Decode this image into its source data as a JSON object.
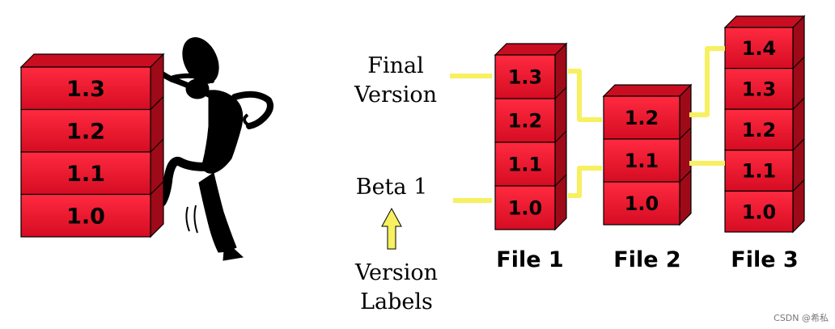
{
  "left_stack": {
    "versions": [
      "1.3",
      "1.2",
      "1.1",
      "1.0"
    ]
  },
  "labels": {
    "final_line1": "Final",
    "final_line2": "Version",
    "beta": "Beta 1",
    "version_labels_line1": "Version",
    "version_labels_line2": "Labels"
  },
  "files": [
    {
      "name": "File 1",
      "versions": [
        "1.3",
        "1.2",
        "1.1",
        "1.0"
      ]
    },
    {
      "name": "File 2",
      "versions": [
        "1.2",
        "1.1",
        "1.0"
      ]
    },
    {
      "name": "File 3",
      "versions": [
        "1.4",
        "1.3",
        "1.2",
        "1.1",
        "1.0"
      ]
    }
  ],
  "watermark": "CSDN @希私",
  "colors": {
    "block_front": "#e8132e",
    "block_top": "#c80e20",
    "block_side": "#9e0a18",
    "label_line": "#f7f060",
    "arrow": "#f7f060"
  }
}
